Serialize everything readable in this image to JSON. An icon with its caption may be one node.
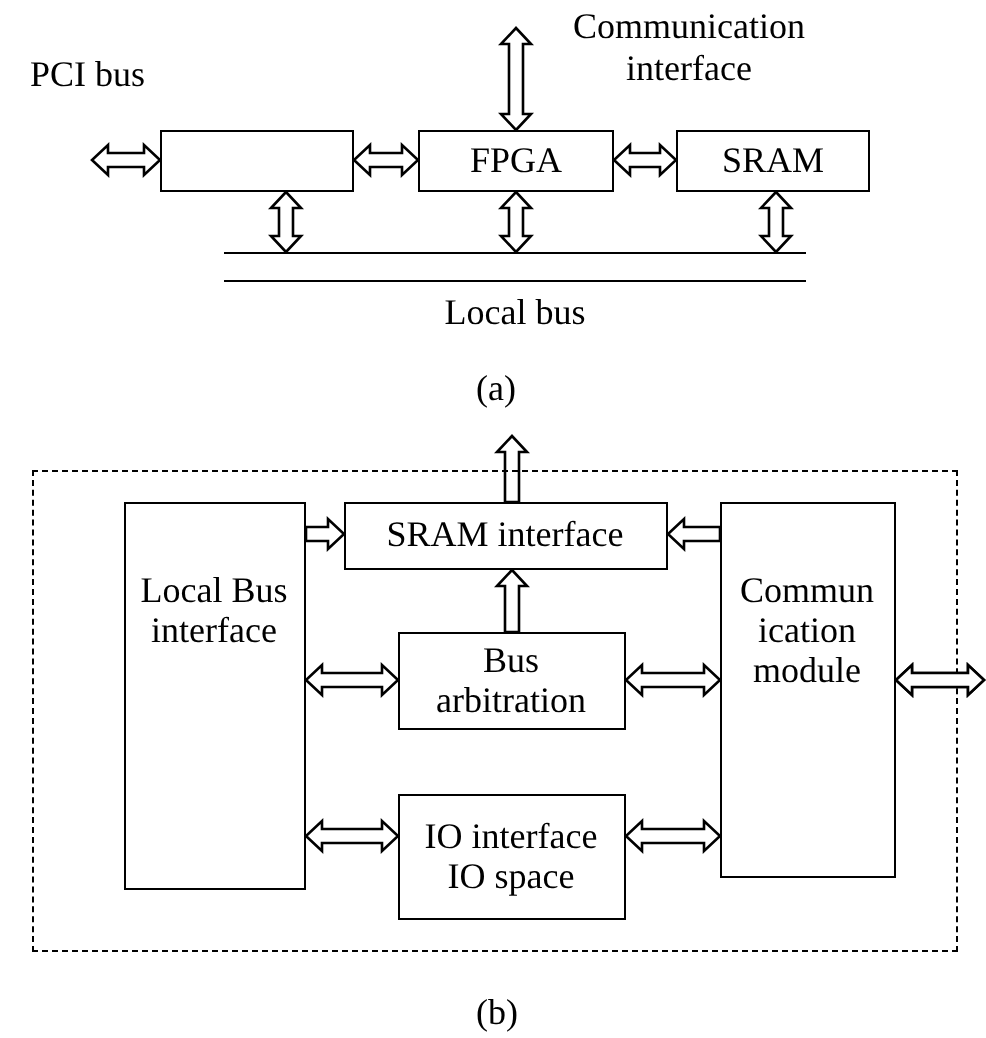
{
  "diagram": {
    "nodes": [
      {
        "text": [],
        "shape": "box"
      },
      {
        "text": [
          "FPGA"
        ]
      },
      {
        "text": [
          "SRAM"
        ]
      },
      {
        "text": [
          "Local bus"
        ]
      },
      {
        "text": [],
        "shape": "box"
      },
      {
        "text": [
          "Local Bus interface"
        ],
        "in": 4
      },
      {
        "text": [
          "SRAM interface"
        ],
        "in": 4
      },
      {
        "text": [
          "Bus arbitration"
        ],
        "in": 4
      },
      {
        "text": [
          "IO interface",
          "IO space"
        ],
        "in": 4
      },
      {
        "text": [
          "Commun ication module"
        ],
        "in": 4
      }
    ],
    "edges": [
      {
        "from": null,
        "to": 0,
        "arrow": "both",
        "label": "PCI bus"
      },
      {
        "from": 0,
        "to": 1,
        "arrow": "both"
      },
      {
        "from": 1,
        "to": 2,
        "arrow": "both"
      },
      {
        "from": 1,
        "to": null,
        "arrow": "both",
        "label": "Communication interface"
      },
      {
        "from": 0,
        "to": 3,
        "arrow": "both"
      },
      {
        "from": 1,
        "to": 3,
        "arrow": "both"
      },
      {
        "from": 2,
        "to": 3,
        "arrow": "both"
      },
      {
        "from": 5,
        "to": 6,
        "arrow": "to"
      },
      {
        "from": 9,
        "to": 6,
        "arrow": "to"
      },
      {
        "from": 7,
        "to": 6,
        "arrow": "to"
      },
      {
        "from": 6,
        "to": null,
        "arrow": "to"
      },
      {
        "from": 5,
        "to": 7,
        "arrow": "both"
      },
      {
        "from": 7,
        "to": 9,
        "arrow": "both"
      },
      {
        "from": 5,
        "to": 8,
        "arrow": "both"
      },
      {
        "from": 8,
        "to": 9,
        "arrow": "both"
      },
      {
        "from": 9,
        "to": null,
        "arrow": "both"
      }
    ],
    "labels": [
      "(a)",
      "(b)"
    ]
  }
}
